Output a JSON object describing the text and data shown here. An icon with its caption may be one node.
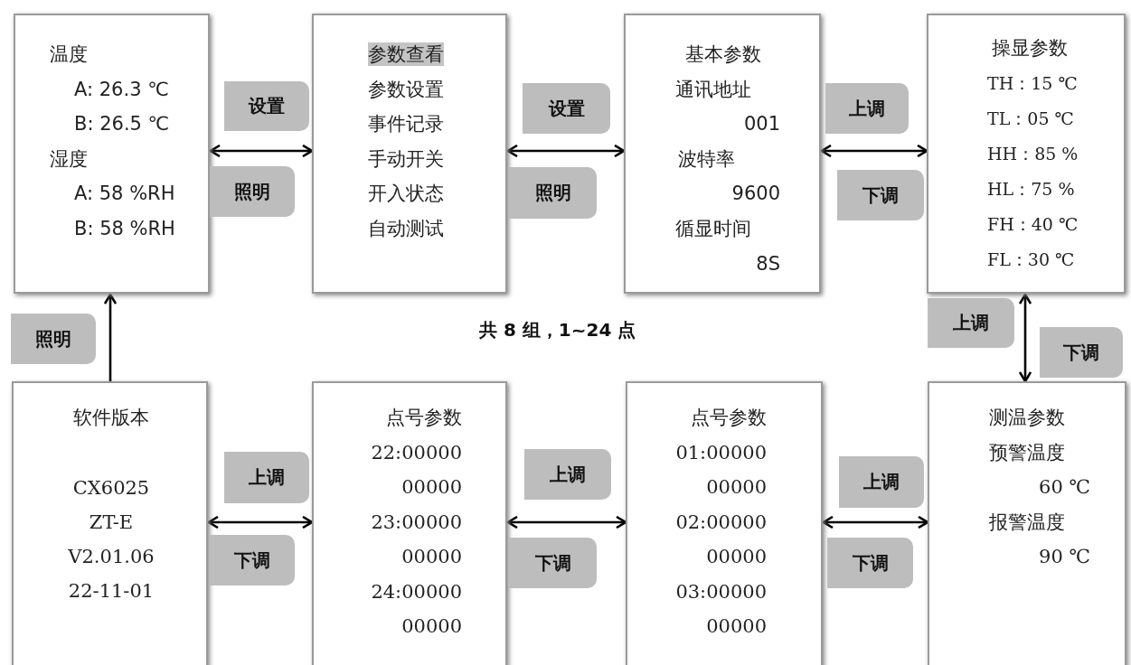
{
  "diagram": {
    "nodes": [
      {
        "text": [
          "温度",
          "A: 26.3 ℃",
          "B: 26.5 ℃",
          "湿度",
          "A: 58 %RH",
          "B: 58 %RH"
        ]
      },
      {
        "text": [
          "参数查看",
          "参数设置",
          "事件记录",
          "手动开关",
          "开入状态",
          "自动测试"
        ]
      },
      {
        "text": [
          "基本参数",
          "通讯地址",
          "001",
          "波特率",
          "9600",
          "循显时间",
          "8S"
        ]
      },
      {
        "text": [
          "操显参数",
          "TH：15 ℃",
          "TL：05 ℃",
          "HH：85 %",
          "HL：75 %",
          "FH：40 ℃",
          "FL：30 ℃"
        ]
      },
      {
        "text": [
          "软件版本",
          "CX6025",
          "ZT-E",
          "V2.01.06",
          "22-11-01"
        ]
      },
      {
        "text": [
          "点号参数",
          "22:00000",
          "00000",
          "23:00000",
          "00000",
          "24:00000",
          "00000"
        ]
      },
      {
        "text": [
          "点号参数",
          "01:00000",
          "00000",
          "02:00000",
          "00000",
          "03:00000",
          "00000"
        ]
      },
      {
        "text": [
          "测温参数",
          "预警温度",
          "60 ℃",
          "报警温度",
          "90 ℃"
        ]
      }
    ],
    "edges": [
      {
        "from": 0,
        "to": 1,
        "arrow": "both",
        "label": "设置"
      },
      {
        "from": 1,
        "to": 2,
        "arrow": "both",
        "label": "设置"
      },
      {
        "from": 2,
        "to": 3,
        "arrow": "both",
        "label": "上调"
      },
      {
        "from": 3,
        "to": 7,
        "arrow": "both",
        "label": "上调"
      },
      {
        "from": 6,
        "to": 7,
        "arrow": "both",
        "label": "上调"
      },
      {
        "from": 5,
        "to": 6,
        "arrow": "both",
        "label": "上调"
      },
      {
        "from": 4,
        "to": 5,
        "arrow": "both",
        "label": "上调"
      },
      {
        "from": 4,
        "to": 0,
        "arrow": "to",
        "label": "照明"
      }
    ],
    "labels": [
      "照明",
      "照明",
      "下调",
      "下调",
      "共 8 组，1~24 点",
      "下调",
      "下调",
      "下调"
    ]
  }
}
